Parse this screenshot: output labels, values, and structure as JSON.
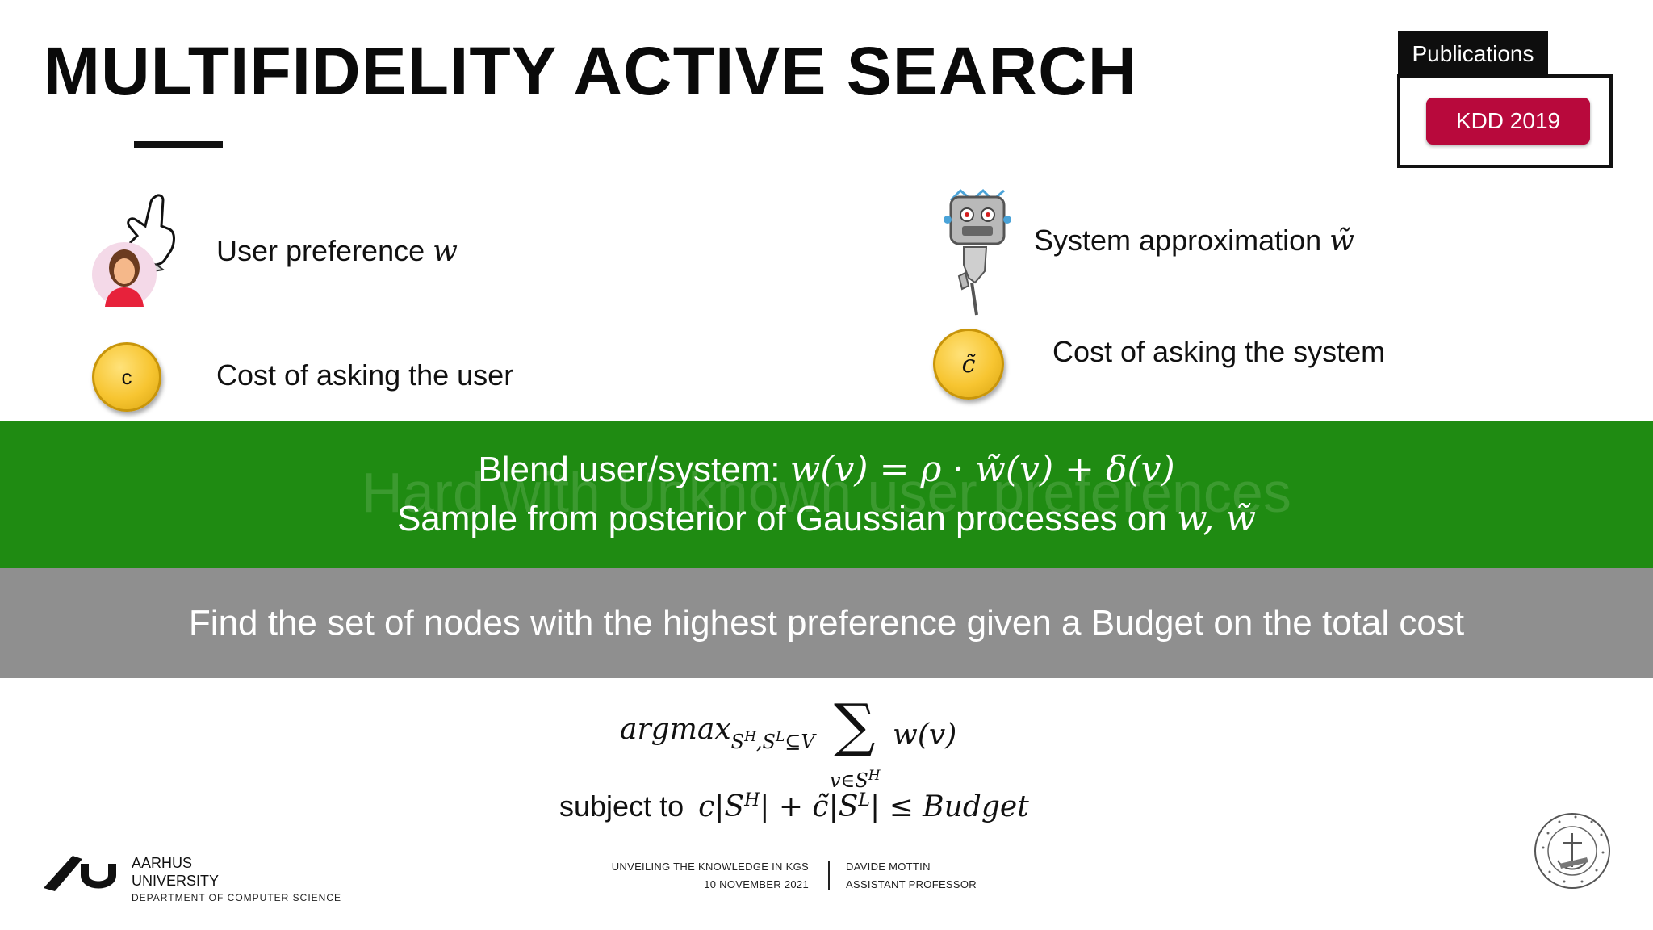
{
  "slide": {
    "title": "MULTIFIDELITY ACTIVE SEARCH",
    "publications_label": "Publications",
    "publication_badge": "KDD 2019",
    "user_preference_label": "User preference",
    "user_preference_symbol": "w",
    "user_cost_coin": "c",
    "user_cost_label": "Cost of asking the user",
    "system_approx_label": "System approximation",
    "system_approx_symbol": "w̃",
    "system_cost_coin": "c̃",
    "system_cost_label": "Cost of asking the system",
    "green_ghost_text": "Hard with Unknown user preferences",
    "green_line1_text": "Blend user/system:",
    "green_line1_math": "w(v) = ρ · w̃(v) + δ(v)",
    "green_line2_text": "Sample from posterior of Gaussian processes on",
    "green_line2_math": "w, w̃",
    "gray_band_text": "Find the set of nodes with the highest preference given a Budget on the total cost",
    "formula_argmax": "argmax",
    "formula_argmax_sub": "S",
    "formula_sup_h": "H",
    "formula_comma": ",S",
    "formula_sup_l": "L",
    "formula_subset": "⊆V",
    "formula_sum": "∑",
    "formula_sum_under": "v∈S",
    "formula_sum_under_sup": "H",
    "formula_wv": "w(v)",
    "constraint_text": "subject to",
    "constraint_math": "c|S",
    "constraint_sup1": "H",
    "constraint_mid": "| + c̃|S",
    "constraint_sup2": "L",
    "constraint_end": "| ≤ Budget"
  },
  "footer": {
    "university_line1": "AARHUS",
    "university_line2": "UNIVERSITY",
    "department": "DEPARTMENT OF COMPUTER SCIENCE",
    "talk_title": "UNVEILING THE KNOWLEDGE IN KGS",
    "talk_date": "10 NOVEMBER 2021",
    "speaker_name": "DAVIDE MOTTIN",
    "speaker_role": "ASSISTANT PROFESSOR",
    "seal_text": "SOLIDUM PETIT IN PROFUNDIS · UNIVERSITAS ARHUSIENSIS"
  },
  "colors": {
    "green_band": "#1f8b12",
    "gray_band": "#8f8f8f",
    "badge": "#b8093c",
    "coin": "#f7c531"
  },
  "icons": [
    "pointing-hand-icon",
    "woman-avatar-icon",
    "robot-icon",
    "robot-hand-icon",
    "coin-icon",
    "aarhus-logo-icon",
    "university-seal-icon"
  ]
}
